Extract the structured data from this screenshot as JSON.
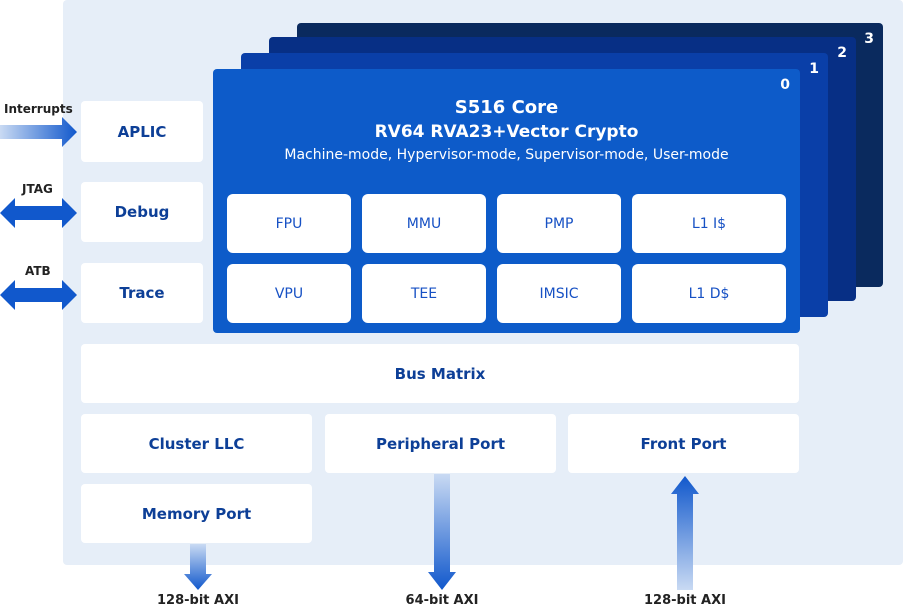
{
  "core": {
    "title": "S516 Core",
    "subtitle": "RV64 RVA23+Vector Crypto",
    "modes": "Machine-mode, Hypervisor-mode, Supervisor-mode, User-mode",
    "layers": [
      "0",
      "1",
      "2",
      "3"
    ],
    "units_row1": [
      "FPU",
      "MMU",
      "PMP",
      "L1 I$"
    ],
    "units_row2": [
      "VPU",
      "TEE",
      "IMSIC",
      "L1 D$"
    ]
  },
  "side_blocks": {
    "aplic": "APLIC",
    "debug": "Debug",
    "trace": "Trace"
  },
  "side_signals": {
    "interrupts": "Interrupts",
    "jtag": "JTAG",
    "atb": "ATB"
  },
  "bus_matrix": "Bus Matrix",
  "ports": {
    "cluster_llc": "Cluster LLC",
    "peripheral": "Peripheral Port",
    "front": "Front Port",
    "memory": "Memory Port"
  },
  "axi_labels": {
    "memory": "128-bit AXI",
    "peripheral": "64-bit AXI",
    "front": "128-bit AXI"
  },
  "colors": {
    "panel": "#e6eef8",
    "layer0": "#0d5bc9",
    "layer1": "#0a3fa8",
    "layer2": "#072f85",
    "layer3": "#0a2a5e",
    "text_dark": "#0d3f97",
    "arrow": "#1158cc"
  }
}
